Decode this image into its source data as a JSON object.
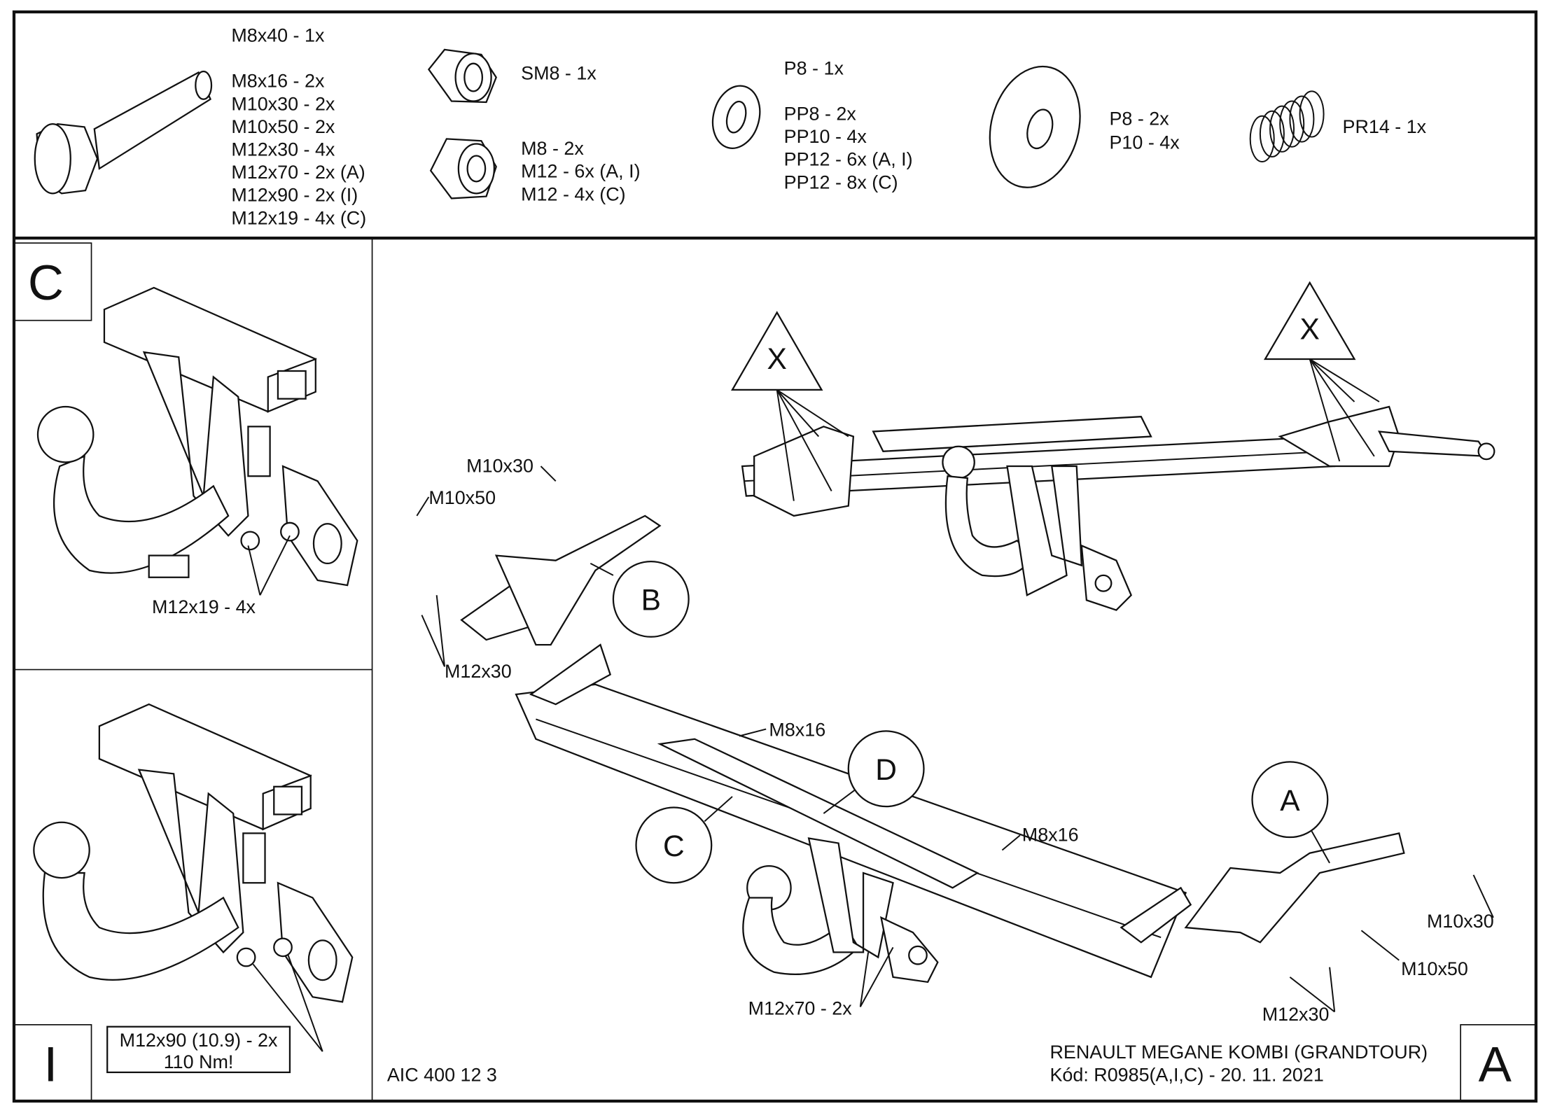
{
  "parts_list": {
    "bolts": [
      "M8x40 - 1x",
      "M8x16 - 2x",
      "M10x30 - 2x",
      "M10x50 - 2x",
      "M12x30 - 4x",
      "M12x70 - 2x (A)",
      "M12x90 - 2x (I)",
      "M12x19 - 4x (C)"
    ],
    "self_locking_nut": "SM8 - 1x",
    "nuts": [
      "M8 - 2x",
      "M12 - 6x (A, I)",
      "M12 - 4x (C)"
    ],
    "washers_small": [
      "P8 - 1x",
      "PP8 - 2x",
      "PP10 - 4x",
      "PP12 - 6x (A, I)",
      "PP12 - 8x (C)"
    ],
    "washers_large": [
      "P8 - 2x",
      "P10 - 4x"
    ],
    "spring": "PR14 - 1x"
  },
  "panel_c": {
    "letter": "C",
    "label": "M12x19 - 4x"
  },
  "panel_i": {
    "letter": "I",
    "note_line1": "M12x90 (10.9) - 2x",
    "note_line2": "110 Nm!"
  },
  "main": {
    "markers": {
      "x_left": "X",
      "x_right": "X",
      "b": "B",
      "d": "D",
      "c": "C",
      "a": "A"
    },
    "labels": {
      "m10x30_left": "M10x30",
      "m10x50_left": "M10x50",
      "m12x30_left": "M12x30",
      "m8x16_top": "M8x16",
      "m8x16_right": "M8x16",
      "m10x30_right": "M10x30",
      "m10x50_right": "M10x50",
      "m12x30_right": "M12x30",
      "m12x70": "M12x70 - 2x"
    }
  },
  "footer": {
    "code": "AIC 400 12 3",
    "vehicle": "RENAULT MEGANE KOMBI (GRANDTOUR)",
    "kod": "Kód: R0985(A,I,C) - 20. 11. 2021",
    "sheet_letter": "A"
  }
}
